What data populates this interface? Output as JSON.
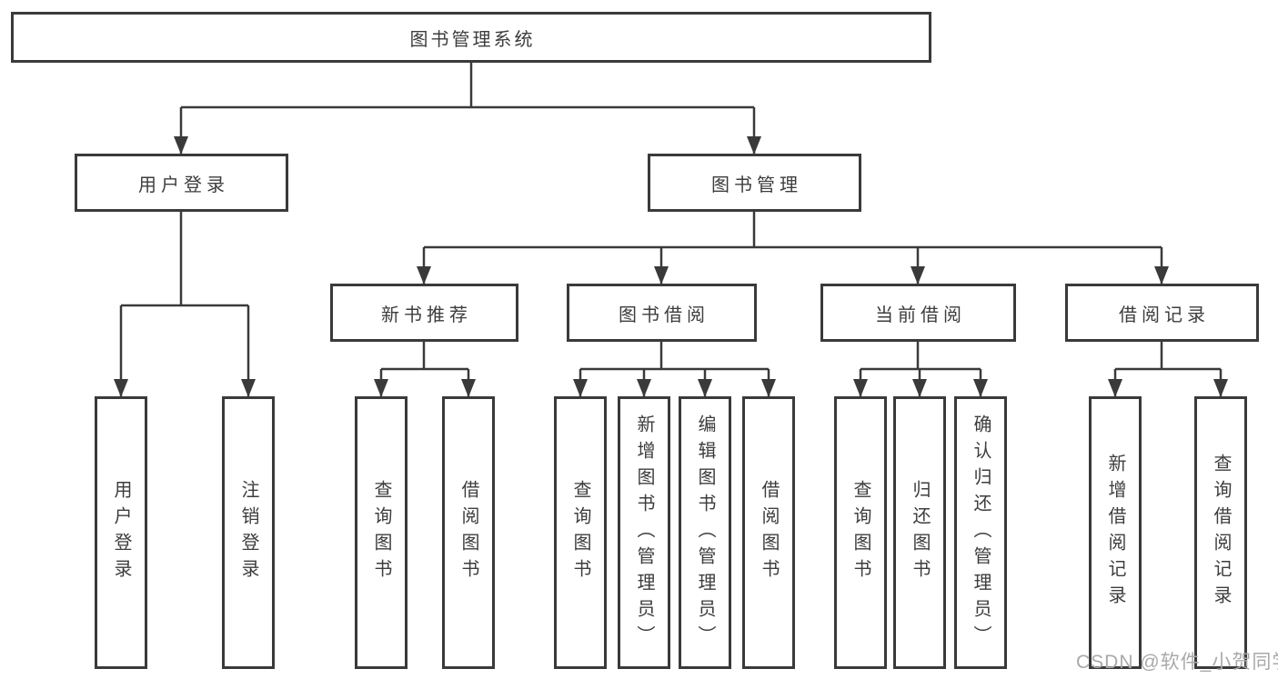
{
  "diagram": {
    "root": {
      "label": "图书管理系统"
    },
    "branches": [
      {
        "label": "用户登录",
        "leaves": [
          "用户登录",
          "注销登录"
        ]
      },
      {
        "label": "图书管理",
        "children": [
          {
            "label": "新书推荐",
            "leaves": [
              "查询图书",
              "借阅图书"
            ]
          },
          {
            "label": "图书借阅",
            "leaves": [
              "查询图书",
              "新增图书（管理员）",
              "编辑图书（管理员）",
              "借阅图书"
            ]
          },
          {
            "label": "当前借阅",
            "leaves": [
              "查询图书",
              "归还图书",
              "确认归还（管理员）"
            ]
          },
          {
            "label": "借阅记录",
            "leaves": [
              "新增借阅记录",
              "查询借阅记录"
            ]
          }
        ]
      }
    ]
  },
  "watermark": "CSDN @软件_小贺同学",
  "colors": {
    "line": "#3a3a3a",
    "text": "#3d3d3d",
    "watermark": "#a9a9a9",
    "background": "#ffffff"
  }
}
